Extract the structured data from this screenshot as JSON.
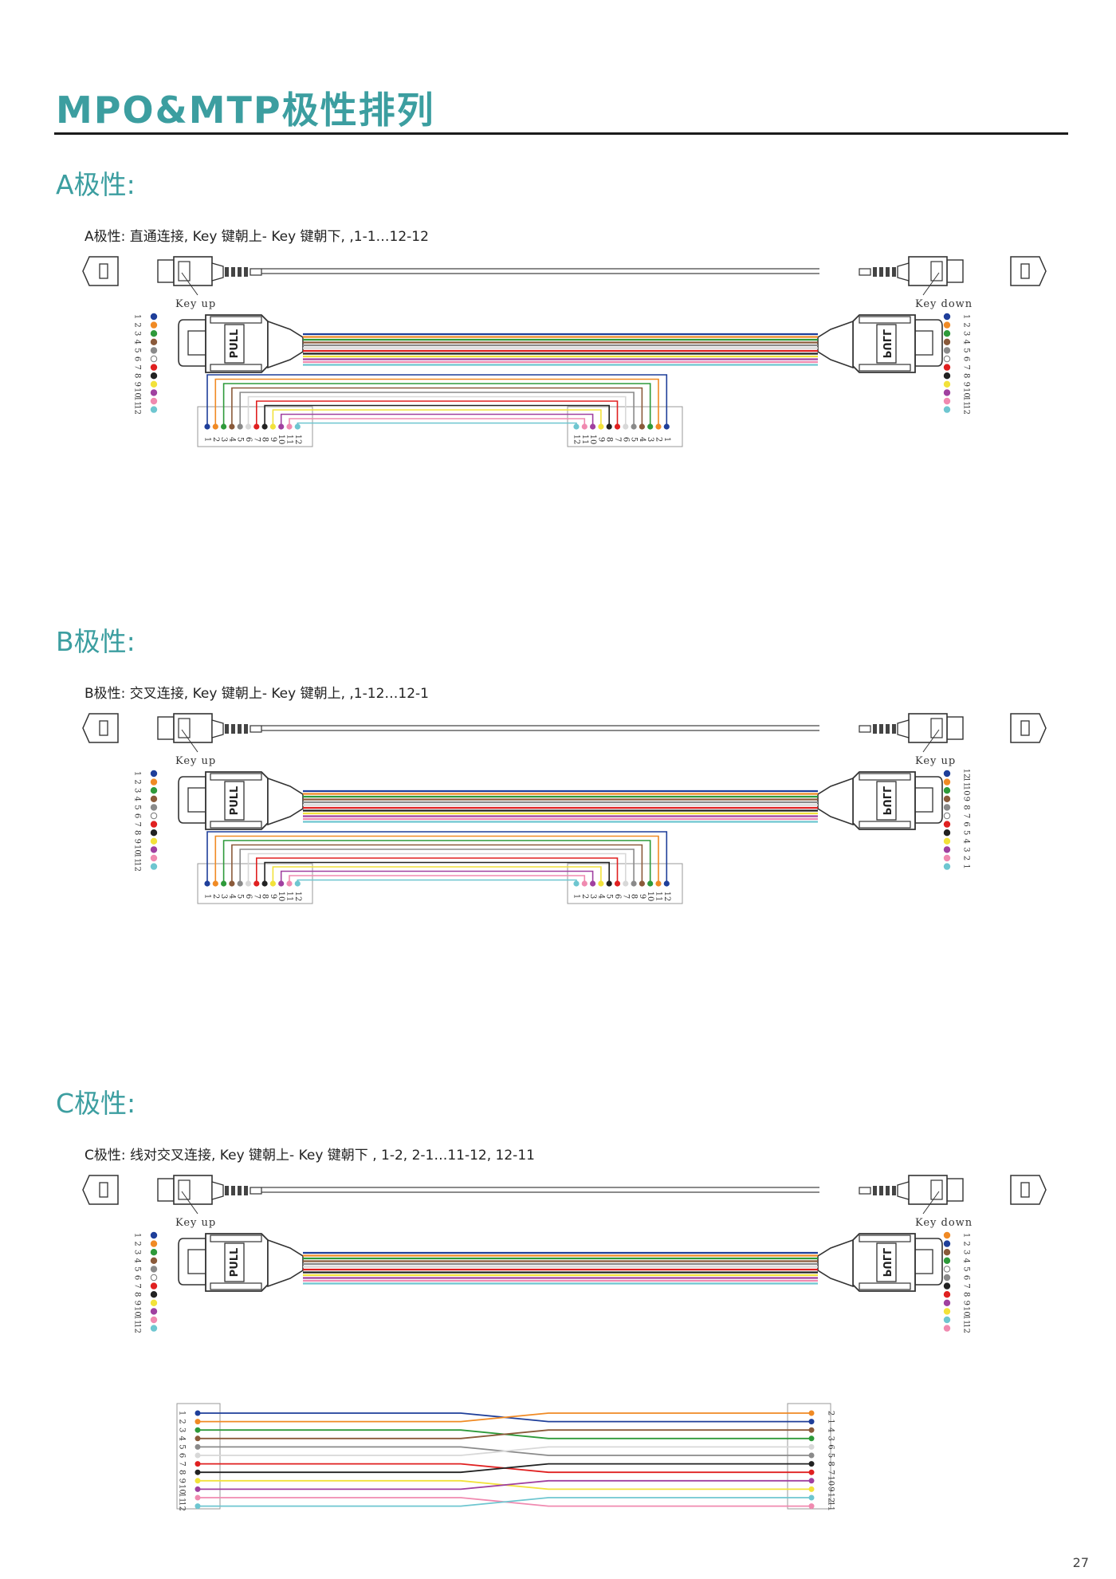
{
  "page": {
    "title": "MPO&MTP极性排列",
    "page_number": "27",
    "pull_label": "PULL"
  },
  "sections": [
    {
      "heading": "A极性:",
      "caption": "A极性: 直通连接, Key 键朝上- Key 键朝下, ,1-1…12-12",
      "left_key": "Key up",
      "right_key": "Key down",
      "left_numbers": [
        "1",
        "2",
        "3",
        "4",
        "5",
        "6",
        "7",
        "8",
        "9",
        "10",
        "11",
        "12"
      ],
      "right_numbers": [
        "1",
        "2",
        "3",
        "4",
        "5",
        "6",
        "7",
        "8",
        "9",
        "10",
        "11",
        "12"
      ],
      "left_dot_colors": [
        "#1f3f9a",
        "#f08a24",
        "#2e9a3a",
        "#8a5a3a",
        "#8a8a8a",
        "#ffffff",
        "#e02020",
        "#222222",
        "#f2e23a",
        "#a040a0",
        "#f08ab0",
        "#6ec6d0"
      ],
      "right_dot_colors": [
        "#1f3f9a",
        "#f08a24",
        "#2e9a3a",
        "#8a5a3a",
        "#8a8a8a",
        "#ffffff",
        "#e02020",
        "#222222",
        "#f2e23a",
        "#a040a0",
        "#f08ab0",
        "#6ec6d0"
      ],
      "bottom_left_numbers": [
        "1",
        "2",
        "3",
        "4",
        "5",
        "6",
        "7",
        "8",
        "9",
        "10",
        "11",
        "12"
      ],
      "bottom_right_numbers": [
        "12",
        "11",
        "10",
        "9",
        "8",
        "7",
        "6",
        "5",
        "4",
        "3",
        "2",
        "1"
      ]
    },
    {
      "heading": "B极性:",
      "caption": "B极性: 交叉连接, Key 键朝上- Key 键朝上, ,1-12…12-1",
      "left_key": "Key up",
      "right_key": "Key up",
      "left_numbers": [
        "1",
        "2",
        "3",
        "4",
        "5",
        "6",
        "7",
        "8",
        "9",
        "10",
        "11",
        "12"
      ],
      "right_numbers": [
        "12",
        "11",
        "10",
        "9",
        "8",
        "7",
        "6",
        "5",
        "4",
        "3",
        "2",
        "1"
      ],
      "left_dot_colors": [
        "#1f3f9a",
        "#f08a24",
        "#2e9a3a",
        "#8a5a3a",
        "#8a8a8a",
        "#ffffff",
        "#e02020",
        "#222222",
        "#f2e23a",
        "#a040a0",
        "#f08ab0",
        "#6ec6d0"
      ],
      "right_dot_colors": [
        "#1f3f9a",
        "#f08a24",
        "#2e9a3a",
        "#8a5a3a",
        "#8a8a8a",
        "#ffffff",
        "#e02020",
        "#222222",
        "#f2e23a",
        "#a040a0",
        "#f08ab0",
        "#6ec6d0"
      ],
      "bottom_left_numbers": [
        "1",
        "2",
        "3",
        "4",
        "5",
        "6",
        "7",
        "8",
        "9",
        "10",
        "11",
        "12"
      ],
      "bottom_right_numbers": [
        "1",
        "2",
        "3",
        "4",
        "5",
        "6",
        "7",
        "8",
        "9",
        "10",
        "11",
        "12"
      ]
    },
    {
      "heading": "C极性:",
      "caption": "C极性: 线对交叉连接, Key 键朝上- Key 键朝下 , 1-2, 2-1…11-12, 12-11",
      "left_key": "Key up",
      "right_key": "Key down",
      "left_numbers": [
        "1",
        "2",
        "3",
        "4",
        "5",
        "6",
        "7",
        "8",
        "9",
        "10",
        "11",
        "12"
      ],
      "right_numbers": [
        "1",
        "2",
        "3",
        "4",
        "5",
        "6",
        "7",
        "8",
        "9",
        "10",
        "11",
        "12"
      ],
      "left_dot_colors": [
        "#1f3f9a",
        "#f08a24",
        "#2e9a3a",
        "#8a5a3a",
        "#8a8a8a",
        "#ffffff",
        "#e02020",
        "#222222",
        "#f2e23a",
        "#a040a0",
        "#f08ab0",
        "#6ec6d0"
      ],
      "right_dot_colors": [
        "#f08a24",
        "#1f3f9a",
        "#8a5a3a",
        "#2e9a3a",
        "#ffffff",
        "#8a8a8a",
        "#222222",
        "#e02020",
        "#a040a0",
        "#f2e23a",
        "#6ec6d0",
        "#f08ab0"
      ],
      "bottom_left_numbers": [
        "1",
        "2",
        "3",
        "4",
        "5",
        "6",
        "7",
        "8",
        "9",
        "10",
        "11",
        "12"
      ],
      "bottom_right_numbers": [
        "1",
        "2",
        "3",
        "4",
        "5",
        "6",
        "7",
        "8",
        "9",
        "10",
        "11",
        "12"
      ]
    }
  ],
  "fiber_colors": [
    "#1f3f9a",
    "#f08a24",
    "#2e9a3a",
    "#8a5a3a",
    "#8a8a8a",
    "#d8d8d8",
    "#e02020",
    "#222222",
    "#f2e23a",
    "#a040a0",
    "#f08ab0",
    "#6ec6d0"
  ],
  "accent_color": "#3c9ea0"
}
